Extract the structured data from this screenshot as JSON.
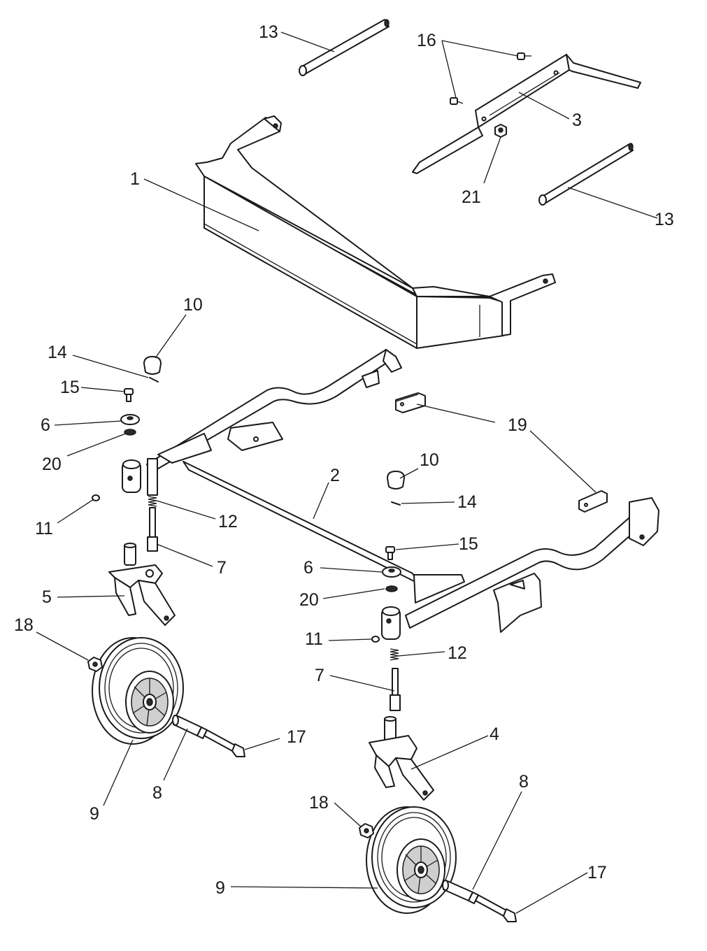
{
  "callouts": {
    "c13a": "13",
    "c16": "16",
    "c3": "3",
    "c21": "21",
    "c13b": "13",
    "c1": "1",
    "c10a": "10",
    "c14a": "14",
    "c15a": "15",
    "c6a": "6",
    "c20a": "20",
    "c19": "19",
    "c2": "2",
    "c10b": "10",
    "c14b": "14",
    "c11a": "11",
    "c12a": "12",
    "c15b": "15",
    "c7a": "7",
    "c6b": "6",
    "c5": "5",
    "c20b": "20",
    "c18a": "18",
    "c11b": "11",
    "c12b": "12",
    "c7b": "7",
    "c4": "4",
    "c17a": "17",
    "c8a": "8",
    "c9a": "9",
    "c18b": "18",
    "c8b": "8",
    "c17b": "17",
    "c9b": "9"
  },
  "colors": {
    "line": "#1a1a1a",
    "background": "#ffffff"
  }
}
